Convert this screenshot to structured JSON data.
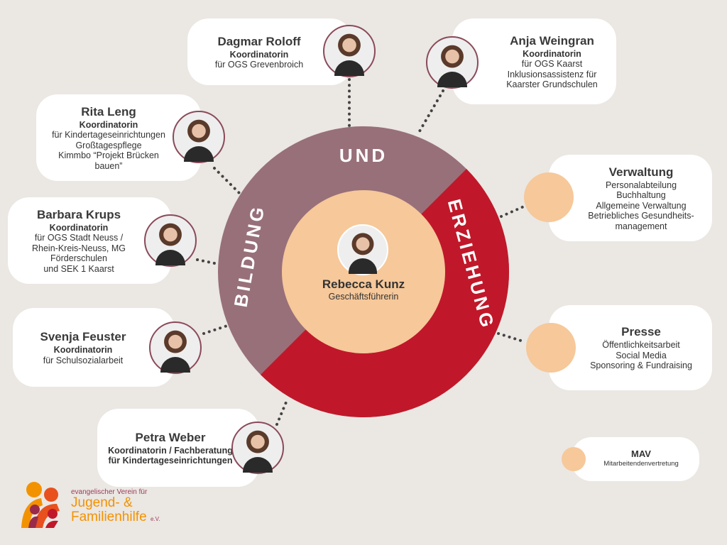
{
  "ring": {
    "top": "UND",
    "left": "BILDUNG",
    "right": "ERZIEHUNG"
  },
  "center": {
    "name": "Rebecca Kunz",
    "role": "Geschäftsführerin"
  },
  "people": [
    {
      "name": "Dagmar Roloff",
      "role": "Koordinatorin",
      "lines": [
        "für OGS Grevenbroich"
      ]
    },
    {
      "name": "Anja Weingran",
      "role": "Koordinatorin",
      "lines": [
        "für OGS Kaarst",
        "Inklusionsassistenz für",
        "Kaarster Grundschulen"
      ]
    },
    {
      "name": "Rita Leng",
      "role": "Koordinatorin",
      "lines": [
        "für Kindertageseinrichtungen",
        "Großtagespflege",
        "Kimmbo “Projekt Brücken",
        "bauen”"
      ]
    },
    {
      "name": "Barbara Krups",
      "role": "Koordinatorin",
      "lines": [
        "für OGS Stadt Neuss /",
        "Rhein-Kreis-Neuss, MG",
        "Förderschulen",
        "und SEK 1 Kaarst"
      ]
    },
    {
      "name": "Svenja Feuster",
      "role": "Koordinatorin",
      "lines": [
        "für Schulsozialarbeit"
      ]
    },
    {
      "name": "Petra Weber",
      "role": "Koordinatorin / Fachberatung für Kindertageseinrichtungen",
      "lines": []
    }
  ],
  "departments": [
    {
      "name": "Verwaltung",
      "lines": [
        "Personalabteilung",
        "Buchhaltung",
        "Allgemeine Verwaltung",
        "Betriebliches Gesundheits-",
        "management"
      ]
    },
    {
      "name": "Presse",
      "lines": [
        "Öffentlichkeitsarbeit",
        "Social Media",
        "Sponsoring & Fundraising"
      ]
    },
    {
      "name": "MAV",
      "lines": [
        "Mitarbeitendenvertretung"
      ]
    }
  ],
  "logo": {
    "line1": "evangelischer Verein für",
    "line2": "Jugend- &",
    "line3": "Familienhilfe",
    "suffix": "e.V."
  },
  "colors": {
    "mauve": "#98707a",
    "red": "#c0182a",
    "peach": "#f6c89a",
    "bg": "#ebe7e3"
  }
}
